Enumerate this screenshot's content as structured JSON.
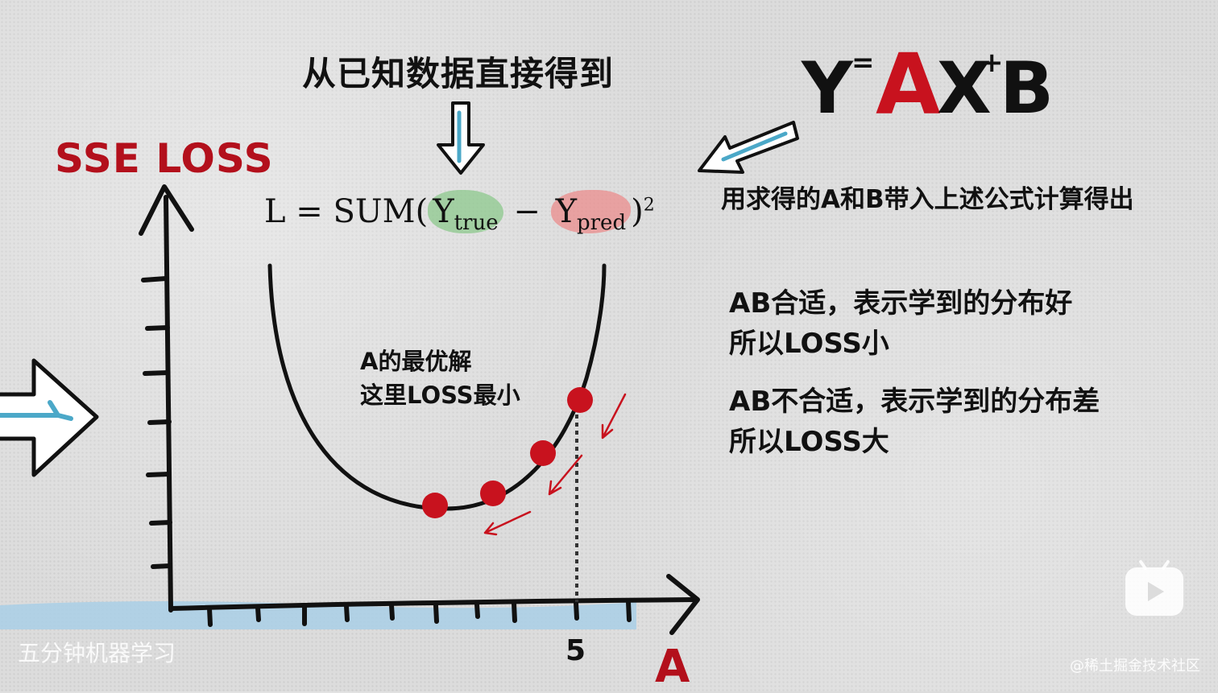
{
  "top_caption": "从已知数据直接得到",
  "equation": {
    "y": "Y",
    "eq": "=",
    "a": "A",
    "x": "X",
    "plus": "+",
    "b": "B"
  },
  "formula_caption": "用求得的A和B带入上述公式计算得出",
  "y_axis_label": "SSE LOSS",
  "x_axis_label": "A",
  "x_tick_label": "5",
  "loss_formula": {
    "lhs": "L",
    "eq": "=",
    "func": "SUM(",
    "y": "Y",
    "true_sub": "true",
    "minus": "−",
    "pred_sub": "pred",
    "close": ")",
    "power": "2"
  },
  "minimum_note": {
    "line1": "A的最优解",
    "line2": "这里LOSS最小"
  },
  "good_note": {
    "line1": "AB合适，表示学到的分布好",
    "line2": "所以LOSS小"
  },
  "bad_note": {
    "line1": "AB不合适，表示学到的分布差",
    "line2": "所以LOSS大"
  },
  "channel_watermark": "五分钟机器学习",
  "site_watermark": "@稀土掘金技术社区",
  "colors": {
    "accent_red": "#c8121e",
    "arrow_blue": "#4ba8c8",
    "ink": "#111111"
  },
  "icons": [
    "down-arrow-icon",
    "diagonal-arrow-icon",
    "right-arrow-icon",
    "play-icon"
  ]
}
